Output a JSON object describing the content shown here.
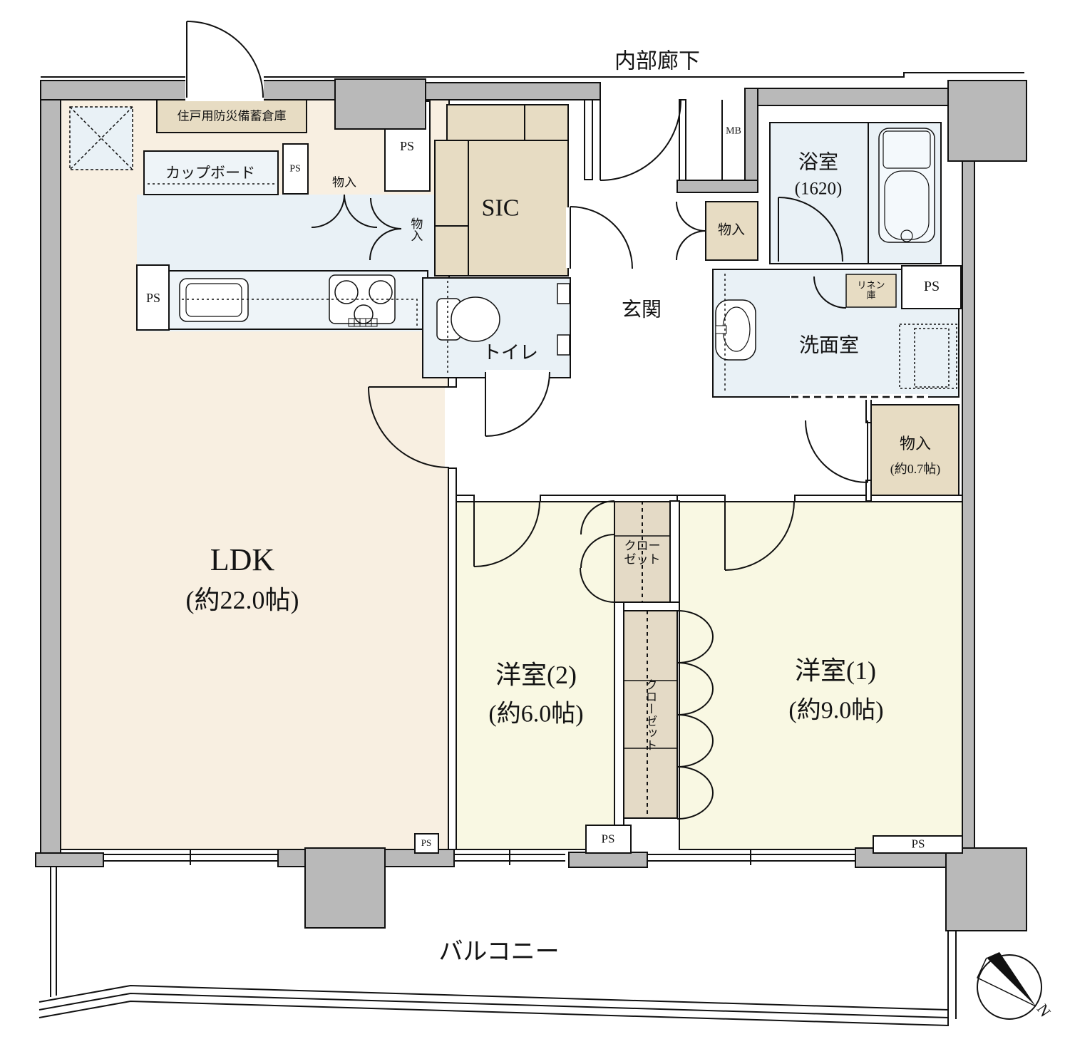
{
  "title": "間取り図",
  "colors": {
    "wall": "#b9b9b9",
    "ldk_floor": "#f8efe1",
    "wet_floor": "#e9f1f6",
    "bedroom_floor": "#f9f8e3",
    "storage_fill": "#e7dcc3",
    "closet_fill": "#e4dac6",
    "counter_fill": "#eef4f8",
    "line": "#111111"
  },
  "labels": {
    "corridor": "内部廊下",
    "disaster_storage": "住戸用防災備蓄倉庫",
    "cupboard": "カップボード",
    "ps": "PS",
    "mb": "MB",
    "storage": "物入",
    "sic": "SIC",
    "toilet": "トイレ",
    "entrance": "玄関",
    "bathroom": "浴室",
    "bathroom_size": "(1620)",
    "linen": "リネン庫",
    "washroom": "洗面室",
    "storage_small": "物入",
    "storage_small_size": "(約0.7帖)",
    "closet": "クローゼット",
    "ldk": "LDK",
    "ldk_size": "(約22.0帖)",
    "western2": "洋室(2)",
    "western2_size": "(約6.0帖)",
    "western1": "洋室(1)",
    "western1_size": "(約9.0帖)",
    "balcony": "バルコニー",
    "north": "N"
  }
}
